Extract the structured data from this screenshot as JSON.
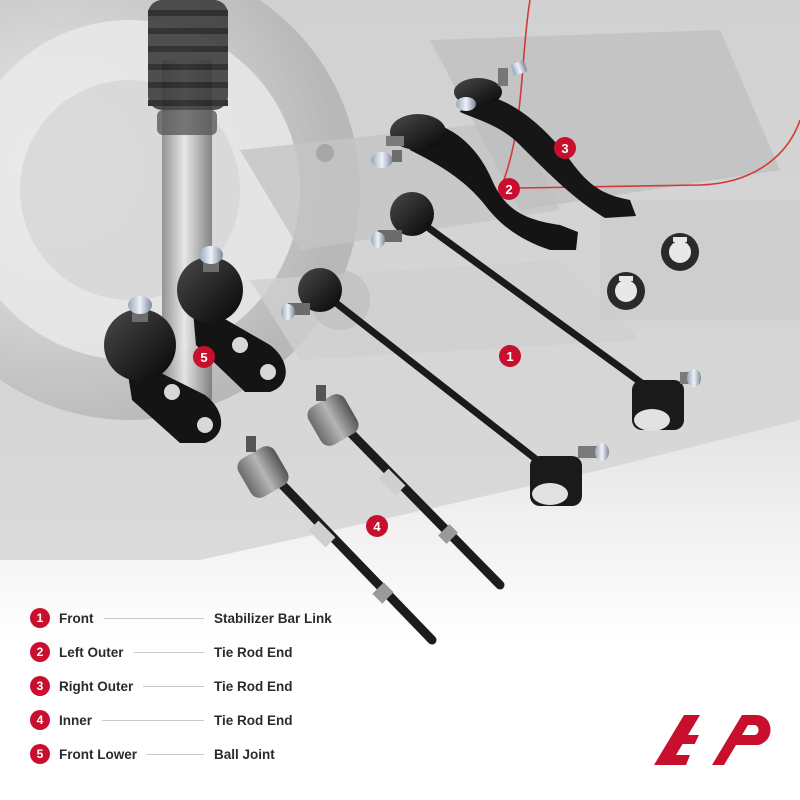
{
  "colors": {
    "brand_red": "#c8102e",
    "part_black": "#141414",
    "background_gray": "#d8d8d8",
    "text_dark": "#2b2b2b"
  },
  "badges": {
    "stabilizer_link": "1",
    "left_outer_tie_rod": "2",
    "right_outer_tie_rod": "3",
    "inner_tie_rod": "4",
    "ball_joint": "5"
  },
  "legend": [
    {
      "number": "1",
      "position": "Front",
      "part": "Stabilizer Bar Link"
    },
    {
      "number": "2",
      "position": "Left Outer",
      "part": "Tie Rod End"
    },
    {
      "number": "3",
      "position": "Right Outer",
      "part": "Tie Rod End"
    },
    {
      "number": "4",
      "position": "Inner",
      "part": "Tie Rod End"
    },
    {
      "number": "5",
      "position": "Front Lower",
      "part": "Ball Joint"
    }
  ],
  "logo": {
    "icon": "brand-logo-icon"
  }
}
